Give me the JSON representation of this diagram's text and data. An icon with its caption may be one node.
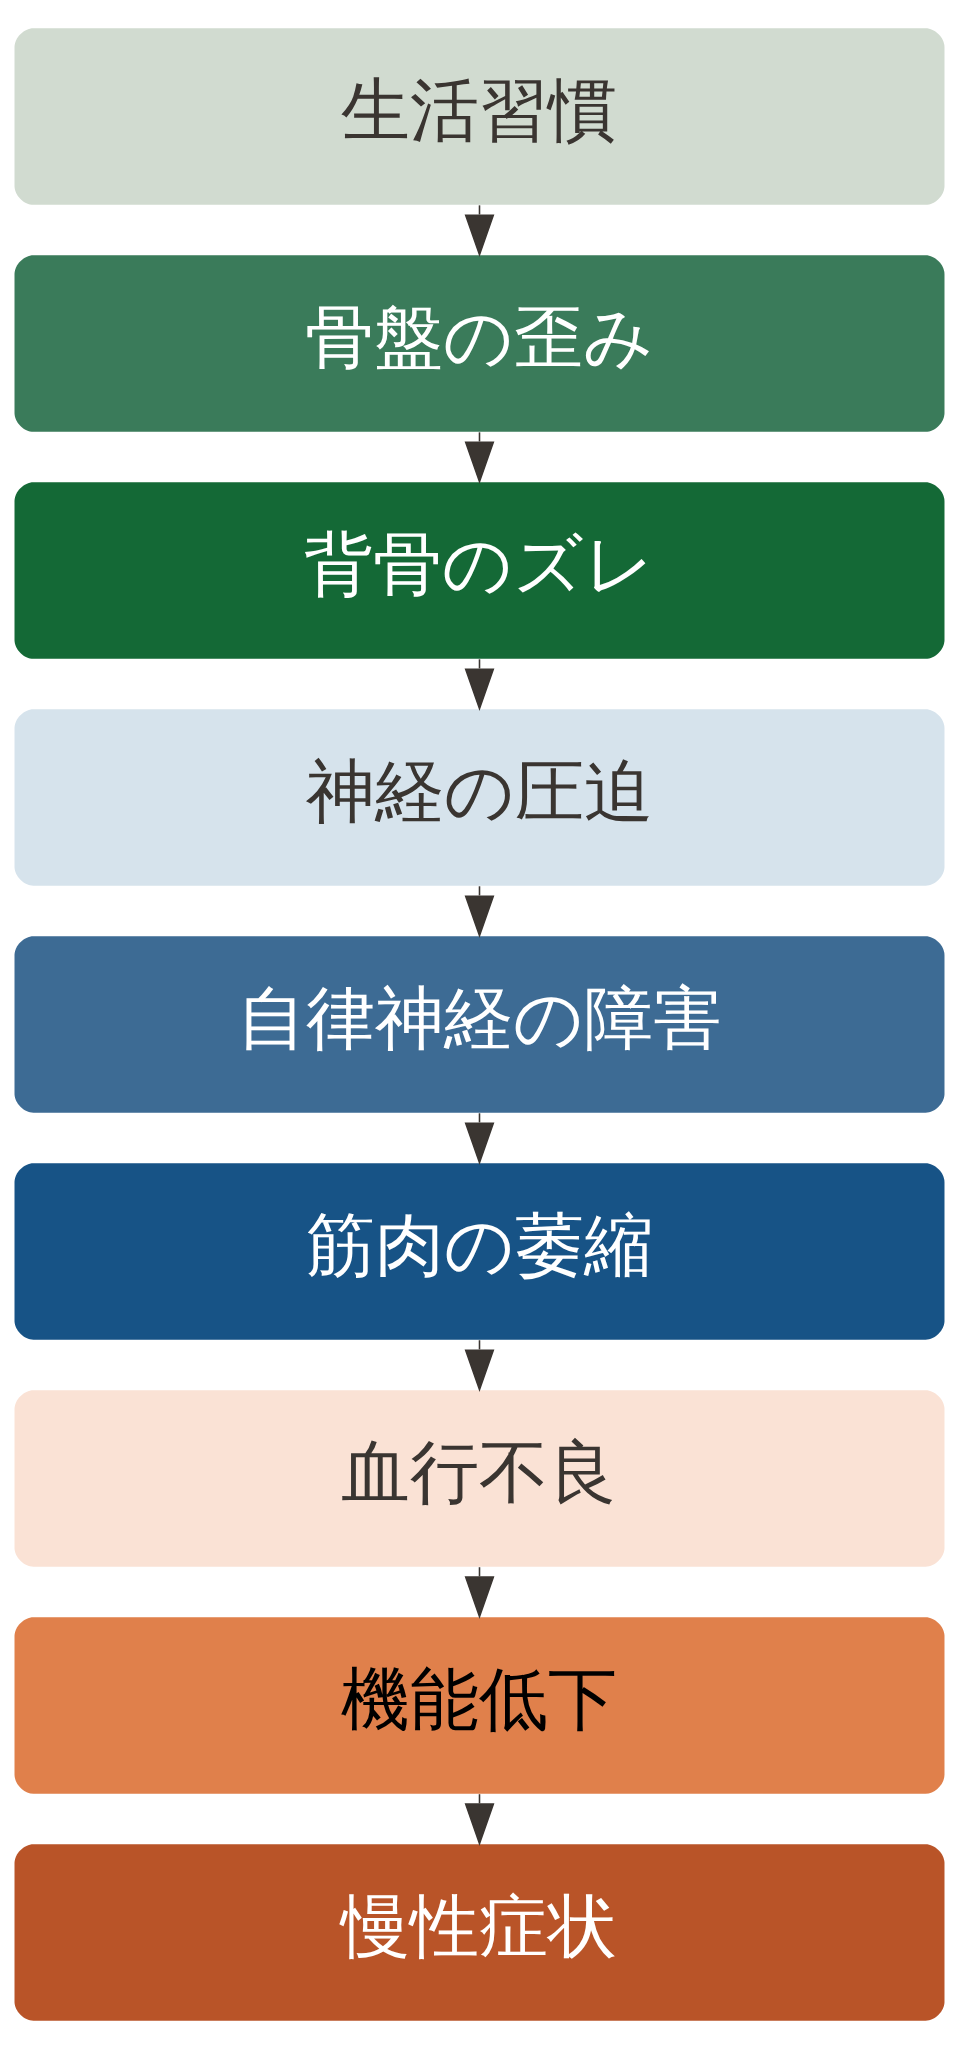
{
  "diagram": {
    "nodes": [
      {
        "text": [
          "生活習慣"
        ]
      },
      {
        "text": [
          "骨盤の歪み"
        ]
      },
      {
        "text": [
          "背骨のズレ"
        ]
      },
      {
        "text": [
          "神経の圧迫"
        ]
      },
      {
        "text": [
          "自律神経の障害"
        ]
      },
      {
        "text": [
          "筋肉の萎縮"
        ]
      },
      {
        "text": [
          "血行不良"
        ]
      },
      {
        "text": [
          "機能低下"
        ]
      },
      {
        "text": [
          "慢性症状"
        ]
      }
    ],
    "edges": [
      {
        "from": 0,
        "to": 1,
        "arrow": "to"
      },
      {
        "from": 1,
        "to": 2,
        "arrow": "to"
      },
      {
        "from": 2,
        "to": 3,
        "arrow": "to"
      },
      {
        "from": 3,
        "to": 4,
        "arrow": "to"
      },
      {
        "from": 4,
        "to": 5,
        "arrow": "to"
      },
      {
        "from": 5,
        "to": 6,
        "arrow": "to"
      },
      {
        "from": 6,
        "to": 7,
        "arrow": "to"
      },
      {
        "from": 7,
        "to": 8,
        "arrow": "to"
      }
    ]
  }
}
